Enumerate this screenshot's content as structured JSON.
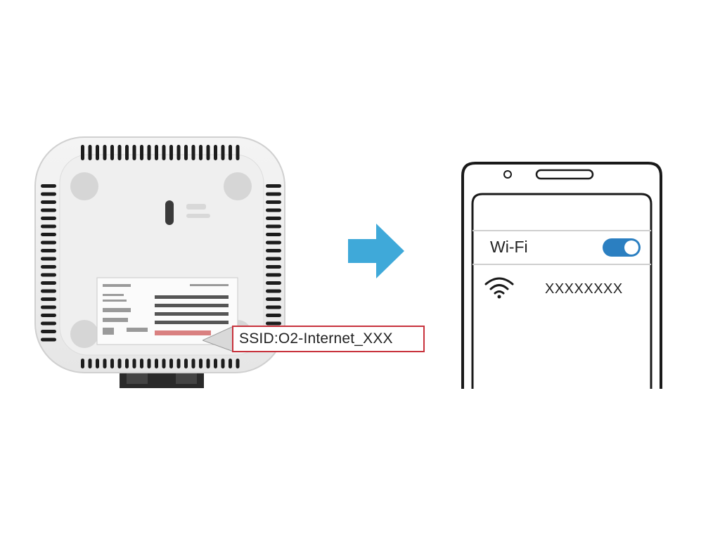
{
  "callout": {
    "ssid_text": "SSID:O2-Internet_XXX",
    "border_color": "#c8323c"
  },
  "arrow": {
    "color": "#3fa9d9",
    "icon": "right-arrow-icon"
  },
  "phone": {
    "settings_title": "Wi-Fi",
    "wifi_toggle_on": true,
    "toggle_color": "#2b7fc1",
    "network_name": "XXXXXXXX",
    "network_icon": "wifi-signal-icon"
  },
  "router": {
    "icon": "router-underside-illustration"
  }
}
